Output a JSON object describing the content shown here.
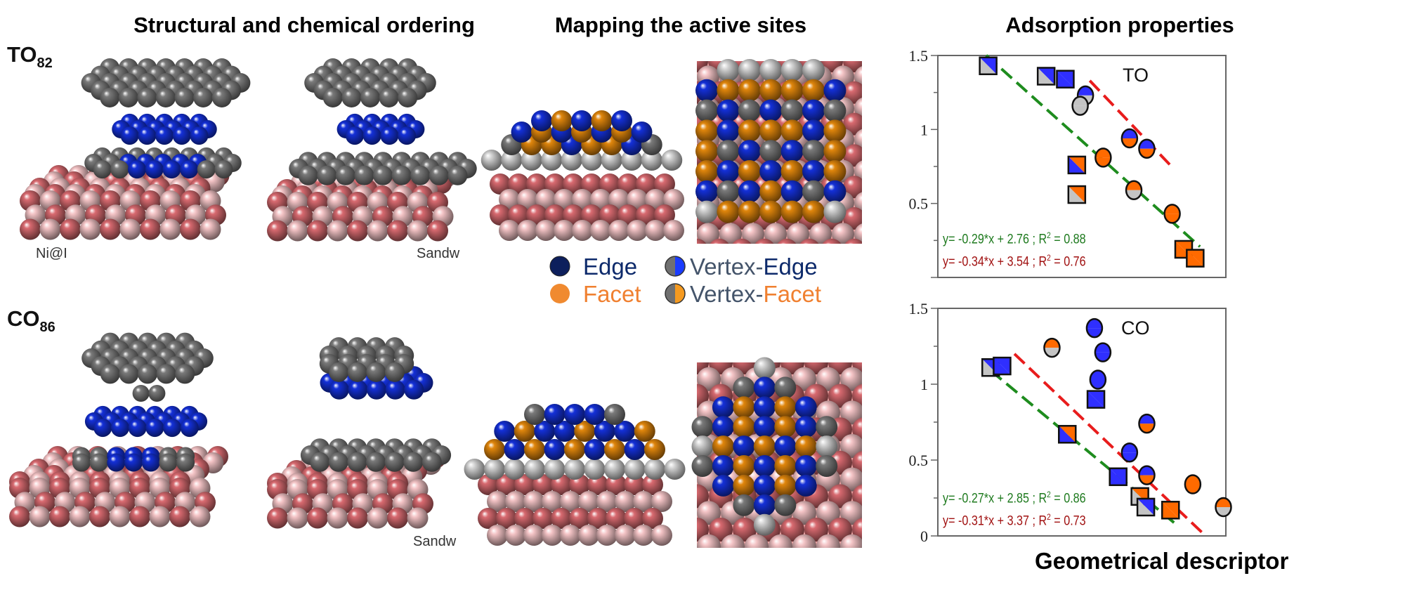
{
  "headings": {
    "structural": "Structural and chemical ordering",
    "mapping": "Mapping the active sites",
    "adsorption": "Adsorption properties"
  },
  "row_labels": {
    "to": {
      "main": "TO",
      "sub": "82"
    },
    "co": {
      "main": "CO",
      "sub": "86"
    }
  },
  "structure_captions": {
    "ni_at_i": "Ni@I",
    "sandwich_top": "Sandw",
    "sandwich_bottom": "Sandw"
  },
  "legend": {
    "edge": "Edge",
    "facet": "Facet",
    "vertex_prefix_1": "Vertex-",
    "vertex_edge": "Edge",
    "vertex_prefix_2": "Vertex-",
    "vertex_facet": "Facet",
    "colors": {
      "edge": "#0d1f5c",
      "facet": "#f08a30",
      "vertex": "#44546a",
      "gray": "#707070",
      "blue": "#1a3cff"
    }
  },
  "x_axis_label": "Geometrical descriptor",
  "colors": {
    "blue": "#2f2fff",
    "gray": "#c4c4c4",
    "orange": "#ff6a00",
    "fit_green": "#1e8c1e",
    "fit_red": "#e81c1c",
    "eq_green": "#1e7a1e",
    "eq_red": "#a01010"
  },
  "chart_data": [
    {
      "type": "scatter",
      "title": "TO",
      "xlabel": "Geometrical descriptor",
      "ylabel": "",
      "xlim": [
        3.33,
        9.34
      ],
      "ylim": [
        0,
        1.5
      ],
      "yticks": [
        "1.5",
        "1",
        "0.5"
      ],
      "ytick_values": [
        1.5,
        1,
        0.5
      ],
      "grid": false,
      "fits": [
        {
          "name": "green",
          "slope": -0.29,
          "intercept": 2.76,
          "x_range": [
            4.34,
            8.8
          ],
          "equation": "y= -0.29*x + 2.76 ; R",
          "r2": " = 0.88"
        },
        {
          "name": "red",
          "slope": -0.34,
          "intercept": 3.54,
          "x_range": [
            6.5,
            8.2
          ],
          "equation": "y= -0.34*x + 3.54 ; R",
          "r2": " = 0.76"
        }
      ],
      "points": [
        {
          "x": 4.38,
          "y": 1.43,
          "shape": "square",
          "colors": [
            "blue",
            "gray"
          ]
        },
        {
          "x": 5.59,
          "y": 1.36,
          "shape": "square",
          "colors": [
            "blue",
            "gray"
          ]
        },
        {
          "x": 5.99,
          "y": 1.34,
          "shape": "square",
          "colors": [
            "blue",
            "blue"
          ]
        },
        {
          "x": 6.41,
          "y": 1.23,
          "shape": "circle",
          "colors": [
            "blue",
            "gray"
          ]
        },
        {
          "x": 6.3,
          "y": 1.16,
          "shape": "circle",
          "colors": [
            "gray",
            "gray"
          ]
        },
        {
          "x": 6.23,
          "y": 0.76,
          "shape": "square",
          "colors": [
            "orange",
            "blue"
          ]
        },
        {
          "x": 6.78,
          "y": 0.81,
          "shape": "circle",
          "colors": [
            "orange",
            "orange"
          ]
        },
        {
          "x": 6.23,
          "y": 0.56,
          "shape": "square",
          "colors": [
            "orange",
            "gray"
          ]
        },
        {
          "x": 7.42,
          "y": 0.59,
          "shape": "circle",
          "colors": [
            "orange",
            "gray"
          ]
        },
        {
          "x": 7.33,
          "y": 0.94,
          "shape": "circle",
          "colors": [
            "blue",
            "orange"
          ]
        },
        {
          "x": 7.69,
          "y": 0.87,
          "shape": "circle",
          "colors": [
            "blue",
            "orange"
          ]
        },
        {
          "x": 8.22,
          "y": 0.43,
          "shape": "circle",
          "colors": [
            "orange",
            "orange"
          ]
        },
        {
          "x": 8.46,
          "y": 0.19,
          "shape": "square",
          "colors": [
            "orange",
            "orange"
          ]
        },
        {
          "x": 8.7,
          "y": 0.13,
          "shape": "square",
          "colors": [
            "orange",
            "orange"
          ]
        }
      ]
    },
    {
      "type": "scatter",
      "title": "CO",
      "xlabel": "Geometrical descriptor",
      "ylabel": "",
      "xlim": [
        5.45,
        11.28
      ],
      "ylim": [
        0,
        1.5
      ],
      "yticks": [
        "1.5",
        "1",
        "0.5",
        "0"
      ],
      "ytick_values": [
        1.5,
        1,
        0.5,
        0
      ],
      "grid": false,
      "fits": [
        {
          "name": "green",
          "slope": -0.27,
          "intercept": 2.85,
          "x_range": [
            6.52,
            10.3
          ],
          "equation": "y= -0.27*x + 2.85 ; R",
          "r2": " = 0.86"
        },
        {
          "name": "red",
          "slope": -0.31,
          "intercept": 3.37,
          "x_range": [
            7.0,
            10.8
          ],
          "equation": "y= -0.31*x + 3.37 ; R",
          "r2": " = 0.73"
        }
      ],
      "points": [
        {
          "x": 6.52,
          "y": 1.11,
          "shape": "square",
          "colors": [
            "blue",
            "gray"
          ]
        },
        {
          "x": 6.75,
          "y": 1.12,
          "shape": "square",
          "colors": [
            "blue",
            "blue"
          ]
        },
        {
          "x": 7.76,
          "y": 1.24,
          "shape": "circle",
          "colors": [
            "orange",
            "gray"
          ]
        },
        {
          "x": 8.62,
          "y": 1.37,
          "shape": "circle",
          "colors": [
            "blue",
            "blue"
          ]
        },
        {
          "x": 8.79,
          "y": 1.21,
          "shape": "circle",
          "colors": [
            "blue",
            "blue"
          ]
        },
        {
          "x": 8.69,
          "y": 1.03,
          "shape": "circle",
          "colors": [
            "blue",
            "blue"
          ]
        },
        {
          "x": 8.65,
          "y": 0.9,
          "shape": "square",
          "colors": [
            "blue",
            "blue"
          ]
        },
        {
          "x": 9.68,
          "y": 0.74,
          "shape": "circle",
          "colors": [
            "blue",
            "orange"
          ]
        },
        {
          "x": 8.07,
          "y": 0.67,
          "shape": "square",
          "colors": [
            "orange",
            "blue"
          ]
        },
        {
          "x": 9.33,
          "y": 0.55,
          "shape": "circle",
          "colors": [
            "blue",
            "blue"
          ]
        },
        {
          "x": 9.1,
          "y": 0.39,
          "shape": "square",
          "colors": [
            "blue",
            "blue"
          ]
        },
        {
          "x": 9.68,
          "y": 0.4,
          "shape": "circle",
          "colors": [
            "blue",
            "orange"
          ]
        },
        {
          "x": 10.61,
          "y": 0.34,
          "shape": "circle",
          "colors": [
            "orange",
            "orange"
          ]
        },
        {
          "x": 11.23,
          "y": 0.19,
          "shape": "circle",
          "colors": [
            "orange",
            "gray"
          ]
        },
        {
          "x": 9.54,
          "y": 0.26,
          "shape": "square",
          "colors": [
            "orange",
            "gray"
          ]
        },
        {
          "x": 9.66,
          "y": 0.19,
          "shape": "square",
          "colors": [
            "blue",
            "gray"
          ]
        },
        {
          "x": 10.16,
          "y": 0.17,
          "shape": "square",
          "colors": [
            "orange",
            "orange"
          ]
        }
      ]
    }
  ]
}
